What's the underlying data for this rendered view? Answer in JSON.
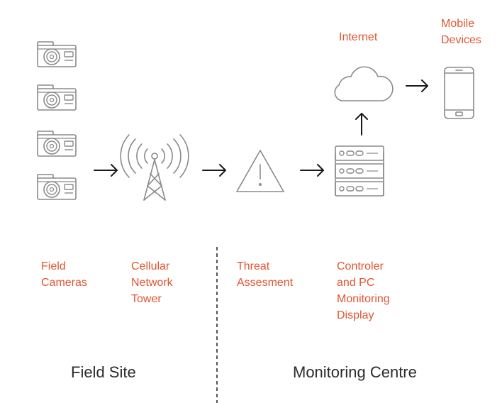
{
  "diagram": {
    "labels": {
      "internet": "Internet",
      "mobile": [
        "Mobile",
        "Devices"
      ],
      "cameras": [
        "Field",
        "Cameras"
      ],
      "tower": [
        "Cellular",
        "Network",
        "Tower"
      ],
      "threat": [
        "Threat",
        "Assesment"
      ],
      "controller": [
        "Controler",
        "and PC",
        "Monitoring",
        "Display"
      ]
    },
    "sections": {
      "left": "Field Site",
      "right": "Monitoring Centre"
    },
    "colors": {
      "icon_stroke": "#8a8a8a",
      "label": "#e2542f",
      "arrow": "#1a1a1a",
      "section_text": "#2b2b2b"
    },
    "icons": [
      "camera-icon",
      "cell-tower-icon",
      "warning-triangle-icon",
      "server-rack-icon",
      "cloud-icon",
      "smartphone-icon"
    ]
  }
}
